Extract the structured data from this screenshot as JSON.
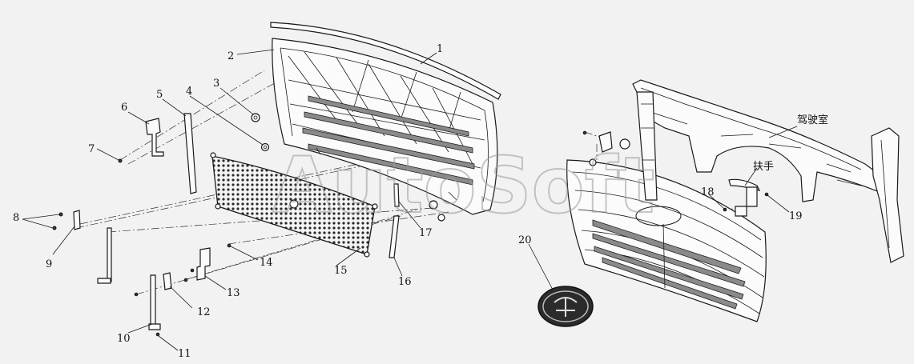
{
  "watermark": "AutoSoft",
  "labels": {
    "cab": "驾驶室",
    "handle": "扶手"
  },
  "callouts": [
    {
      "id": "1",
      "text": "1"
    },
    {
      "id": "2",
      "text": "2"
    },
    {
      "id": "3",
      "text": "3"
    },
    {
      "id": "4",
      "text": "4"
    },
    {
      "id": "5",
      "text": "5"
    },
    {
      "id": "6",
      "text": "6"
    },
    {
      "id": "7",
      "text": "7"
    },
    {
      "id": "8",
      "text": "8"
    },
    {
      "id": "9",
      "text": "9"
    },
    {
      "id": "10",
      "text": "10"
    },
    {
      "id": "11",
      "text": "11"
    },
    {
      "id": "12",
      "text": "12"
    },
    {
      "id": "13",
      "text": "13"
    },
    {
      "id": "14",
      "text": "14"
    },
    {
      "id": "15",
      "text": "15"
    },
    {
      "id": "16",
      "text": "16"
    },
    {
      "id": "17",
      "text": "17"
    },
    {
      "id": "18",
      "text": "18"
    },
    {
      "id": "19",
      "text": "19"
    },
    {
      "id": "20",
      "text": "20"
    }
  ],
  "colors": {
    "background": "#f2f2f2",
    "line": "#1a1a1a",
    "watermark": "#9a9a9a"
  }
}
